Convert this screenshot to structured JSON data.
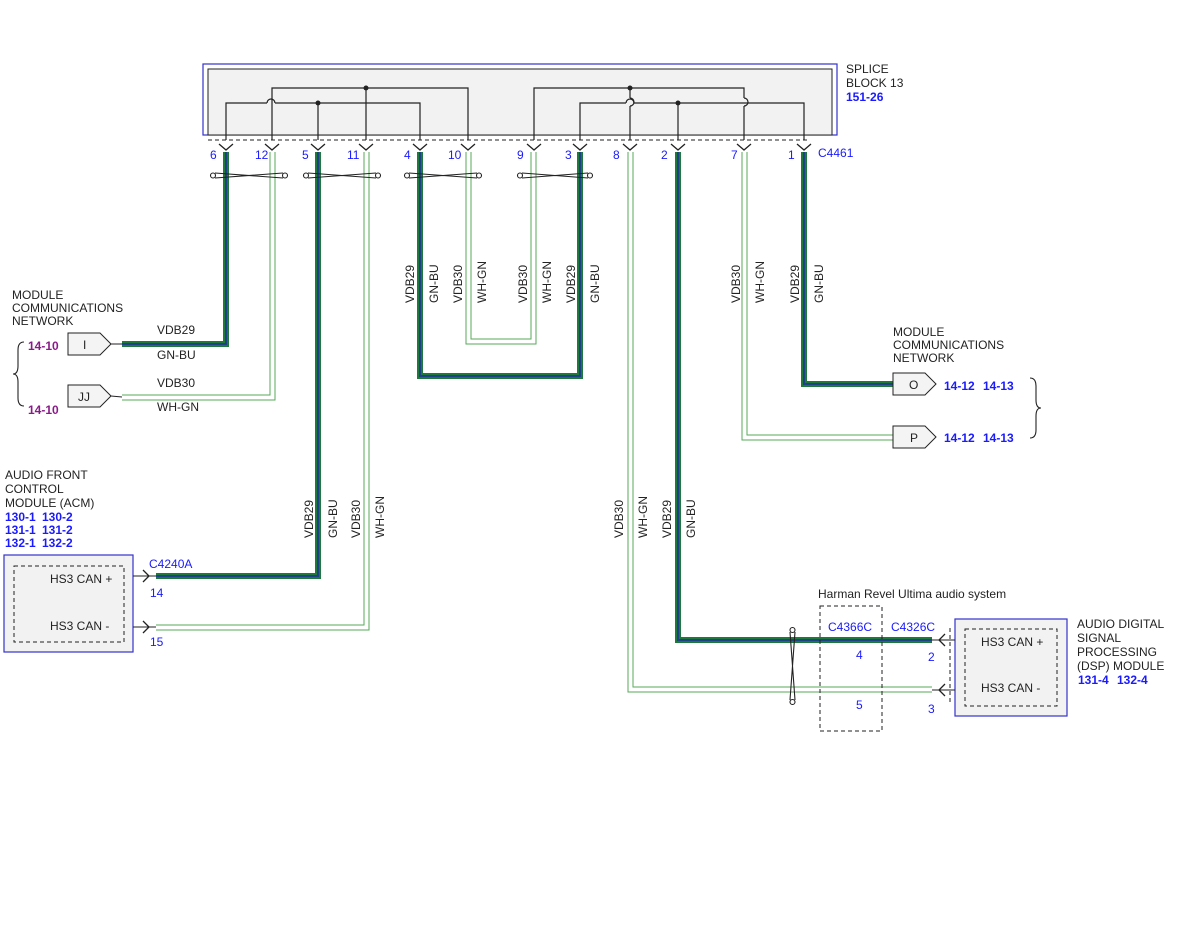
{
  "colors": {
    "gn_bu_core": "#1f5fa8",
    "gn_bu_edge": "#1d7a3a",
    "wh_gn_edge": "#5aa85a",
    "box_border": "#3333cc",
    "ref_blue": "#1a1aff",
    "ref_purple": "#8a1a8a"
  },
  "splice": {
    "label_line1": "SPLICE",
    "label_line2": "BLOCK 13",
    "ref": "151-26",
    "connector": "C4461",
    "pins": [
      "6",
      "12",
      "5",
      "11",
      "4",
      "10",
      "9",
      "3",
      "8",
      "2",
      "7",
      "1"
    ]
  },
  "wires": {
    "vdb29": "VDB29",
    "vdb30": "VDB30",
    "gnbu": "GN-BU",
    "whgn": "WH-GN"
  },
  "left_network": {
    "line1": "MODULE",
    "line2": "COMMUNICATIONS",
    "line3": "NETWORK",
    "conn_i": "I",
    "conn_jj": "JJ",
    "ref_i": "14-10",
    "ref_jj": "14-10"
  },
  "right_network": {
    "line1": "MODULE",
    "line2": "COMMUNICATIONS",
    "line3": "NETWORK",
    "conn_o": "O",
    "conn_p": "P",
    "ref_o_1": "14-12",
    "ref_o_2": "14-13",
    "ref_p_1": "14-12",
    "ref_p_2": "14-13"
  },
  "acm": {
    "line1": "AUDIO FRONT",
    "line2": "CONTROL",
    "line3": "MODULE (ACM)",
    "refs_row1_a": "130-1",
    "refs_row1_b": "130-2",
    "refs_row2_a": "131-1",
    "refs_row2_b": "131-2",
    "refs_row3_a": "132-1",
    "refs_row3_b": "132-2",
    "connector": "C4240A",
    "can_plus": "HS3 CAN +",
    "can_minus": "HS3 CAN -",
    "pin_plus": "14",
    "pin_minus": "15"
  },
  "harman": {
    "title": "Harman Revel Ultima audio system",
    "connector": "C4366C",
    "pin_a": "4",
    "pin_b": "5"
  },
  "dsp": {
    "line1": "AUDIO DIGITAL",
    "line2": "SIGNAL",
    "line3": "PROCESSING",
    "line4": "(DSP) MODULE",
    "ref_a": "131-4",
    "ref_b": "132-4",
    "connector": "C4326C",
    "can_plus": "HS3 CAN +",
    "can_minus": "HS3 CAN -",
    "pin_plus": "2",
    "pin_minus": "3"
  }
}
